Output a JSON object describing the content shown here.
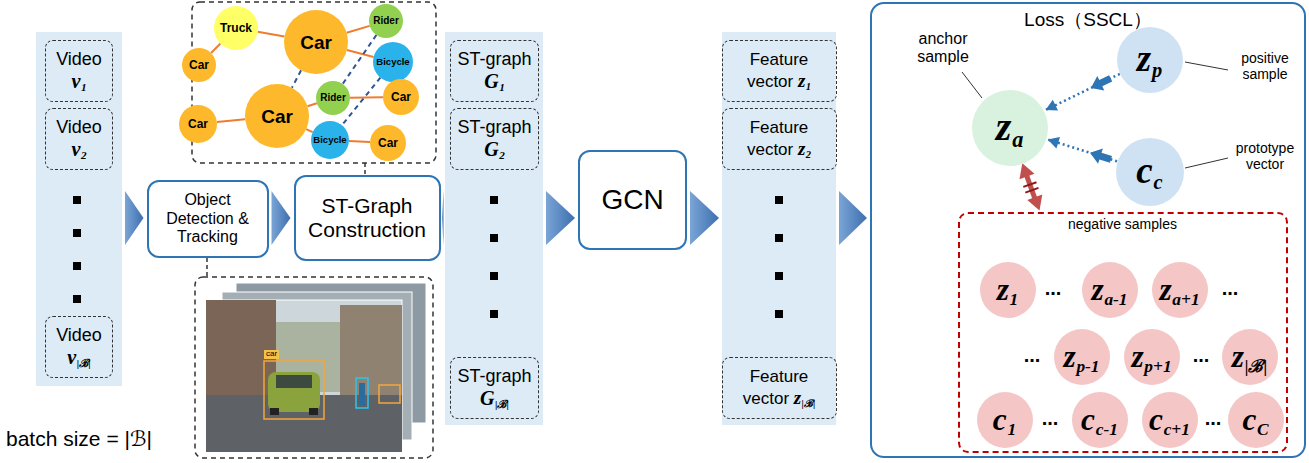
{
  "diagram": {
    "nodes": [
      {
        "text": []
      },
      {
        "text": [
          "Video",
          "v",
          "1"
        ],
        "in": 0
      },
      {
        "text": [
          "Video",
          "v",
          "2"
        ],
        "in": 0
      },
      {
        "text": [
          "Video",
          "v",
          "|ℬ|"
        ],
        "in": 0
      },
      {
        "text": [
          "Object Detection & Tracking"
        ]
      },
      {
        "text": [
          "ST-Graph Construction"
        ]
      },
      {
        "text": [
          "Truck"
        ]
      },
      {
        "text": [
          "Car"
        ]
      },
      {
        "text": [
          "Rider"
        ]
      },
      {
        "text": [
          "Car"
        ]
      },
      {
        "text": [
          "Bicycle"
        ]
      },
      {
        "text": [
          "Rider"
        ]
      },
      {
        "text": [
          "Car"
        ]
      },
      {
        "text": [
          "Car"
        ]
      },
      {
        "text": [
          "Car"
        ]
      },
      {
        "text": [
          "Bicycle"
        ]
      },
      {
        "text": [
          "Car"
        ]
      },
      {
        "text": []
      },
      {
        "text": [
          "ST-graph",
          "G",
          "1"
        ],
        "in": 17
      },
      {
        "text": [
          "ST-graph",
          "G",
          "2"
        ],
        "in": 17
      },
      {
        "text": [
          "ST-graph",
          "G",
          "|ℬ|"
        ],
        "in": 17
      },
      {
        "text": [
          "GCN"
        ]
      },
      {
        "text": []
      },
      {
        "text": [
          "Feature vector",
          "z",
          "1"
        ],
        "in": 22
      },
      {
        "text": [
          "Feature vector",
          "z",
          "2"
        ],
        "in": 22
      },
      {
        "text": [
          "Feature vector",
          "z",
          "|ℬ|"
        ],
        "in": 22
      },
      {
        "text": [
          "Loss（SSCL）"
        ]
      },
      {
        "text": [
          "z",
          "a"
        ],
        "in": 26
      },
      {
        "text": [
          "z",
          "p"
        ],
        "in": 26
      },
      {
        "text": [
          "c",
          "c"
        ],
        "in": 26
      },
      {
        "text": [
          "negative samples"
        ],
        "in": 26
      },
      {
        "text": [
          "z",
          "1"
        ],
        "in": 30
      },
      {
        "text": [
          "z",
          "a-1"
        ],
        "in": 30
      },
      {
        "text": [
          "z",
          "a+1"
        ],
        "in": 30
      },
      {
        "text": [
          "z",
          "p-1"
        ],
        "in": 30
      },
      {
        "text": [
          "z",
          "p+1"
        ],
        "in": 30
      },
      {
        "text": [
          "z",
          "|ℬ|"
        ],
        "in": 30
      },
      {
        "text": [
          "c",
          "1"
        ],
        "in": 30
      },
      {
        "text": [
          "c",
          "c-1"
        ],
        "in": 30
      },
      {
        "text": [
          "c",
          "c+1"
        ],
        "in": 30
      },
      {
        "text": [
          "c",
          "C"
        ],
        "in": 30
      }
    ],
    "edges": [
      {
        "from": 0,
        "to": 4,
        "arrow": "to"
      },
      {
        "from": 4,
        "to": 5,
        "arrow": "to"
      },
      {
        "from": 5,
        "to": 17,
        "arrow": "to"
      },
      {
        "from": 17,
        "to": 21,
        "arrow": "to"
      },
      {
        "from": 21,
        "to": 22,
        "arrow": "to"
      },
      {
        "from": 22,
        "to": 26,
        "arrow": "to"
      },
      {
        "from": 6,
        "to": 7,
        "arrow": "none"
      },
      {
        "from": 6,
        "to": 9,
        "arrow": "none"
      },
      {
        "from": 7,
        "to": 8,
        "arrow": "none"
      },
      {
        "from": 7,
        "to": 10,
        "arrow": "none"
      },
      {
        "from": 13,
        "to": 14,
        "arrow": "none"
      },
      {
        "from": 13,
        "to": 11,
        "arrow": "none"
      },
      {
        "from": 13,
        "to": 15,
        "arrow": "none"
      },
      {
        "from": 11,
        "to": 12,
        "arrow": "none"
      },
      {
        "from": 15,
        "to": 16,
        "arrow": "none"
      },
      {
        "from": 7,
        "to": 13,
        "arrow": "none"
      },
      {
        "from": 8,
        "to": 11,
        "arrow": "none"
      },
      {
        "from": 10,
        "to": 15,
        "arrow": "none"
      },
      {
        "from": 28,
        "to": 27,
        "arrow": "to"
      },
      {
        "from": 29,
        "to": 27,
        "arrow": "to"
      },
      {
        "from": 27,
        "to": 30,
        "arrow": "both"
      }
    ],
    "labels": [
      "batch size = |ℬ|",
      "car",
      "anchor sample",
      "positive sample",
      "prototype vector",
      "...",
      "...",
      "...",
      "...",
      "...",
      "..."
    ]
  }
}
